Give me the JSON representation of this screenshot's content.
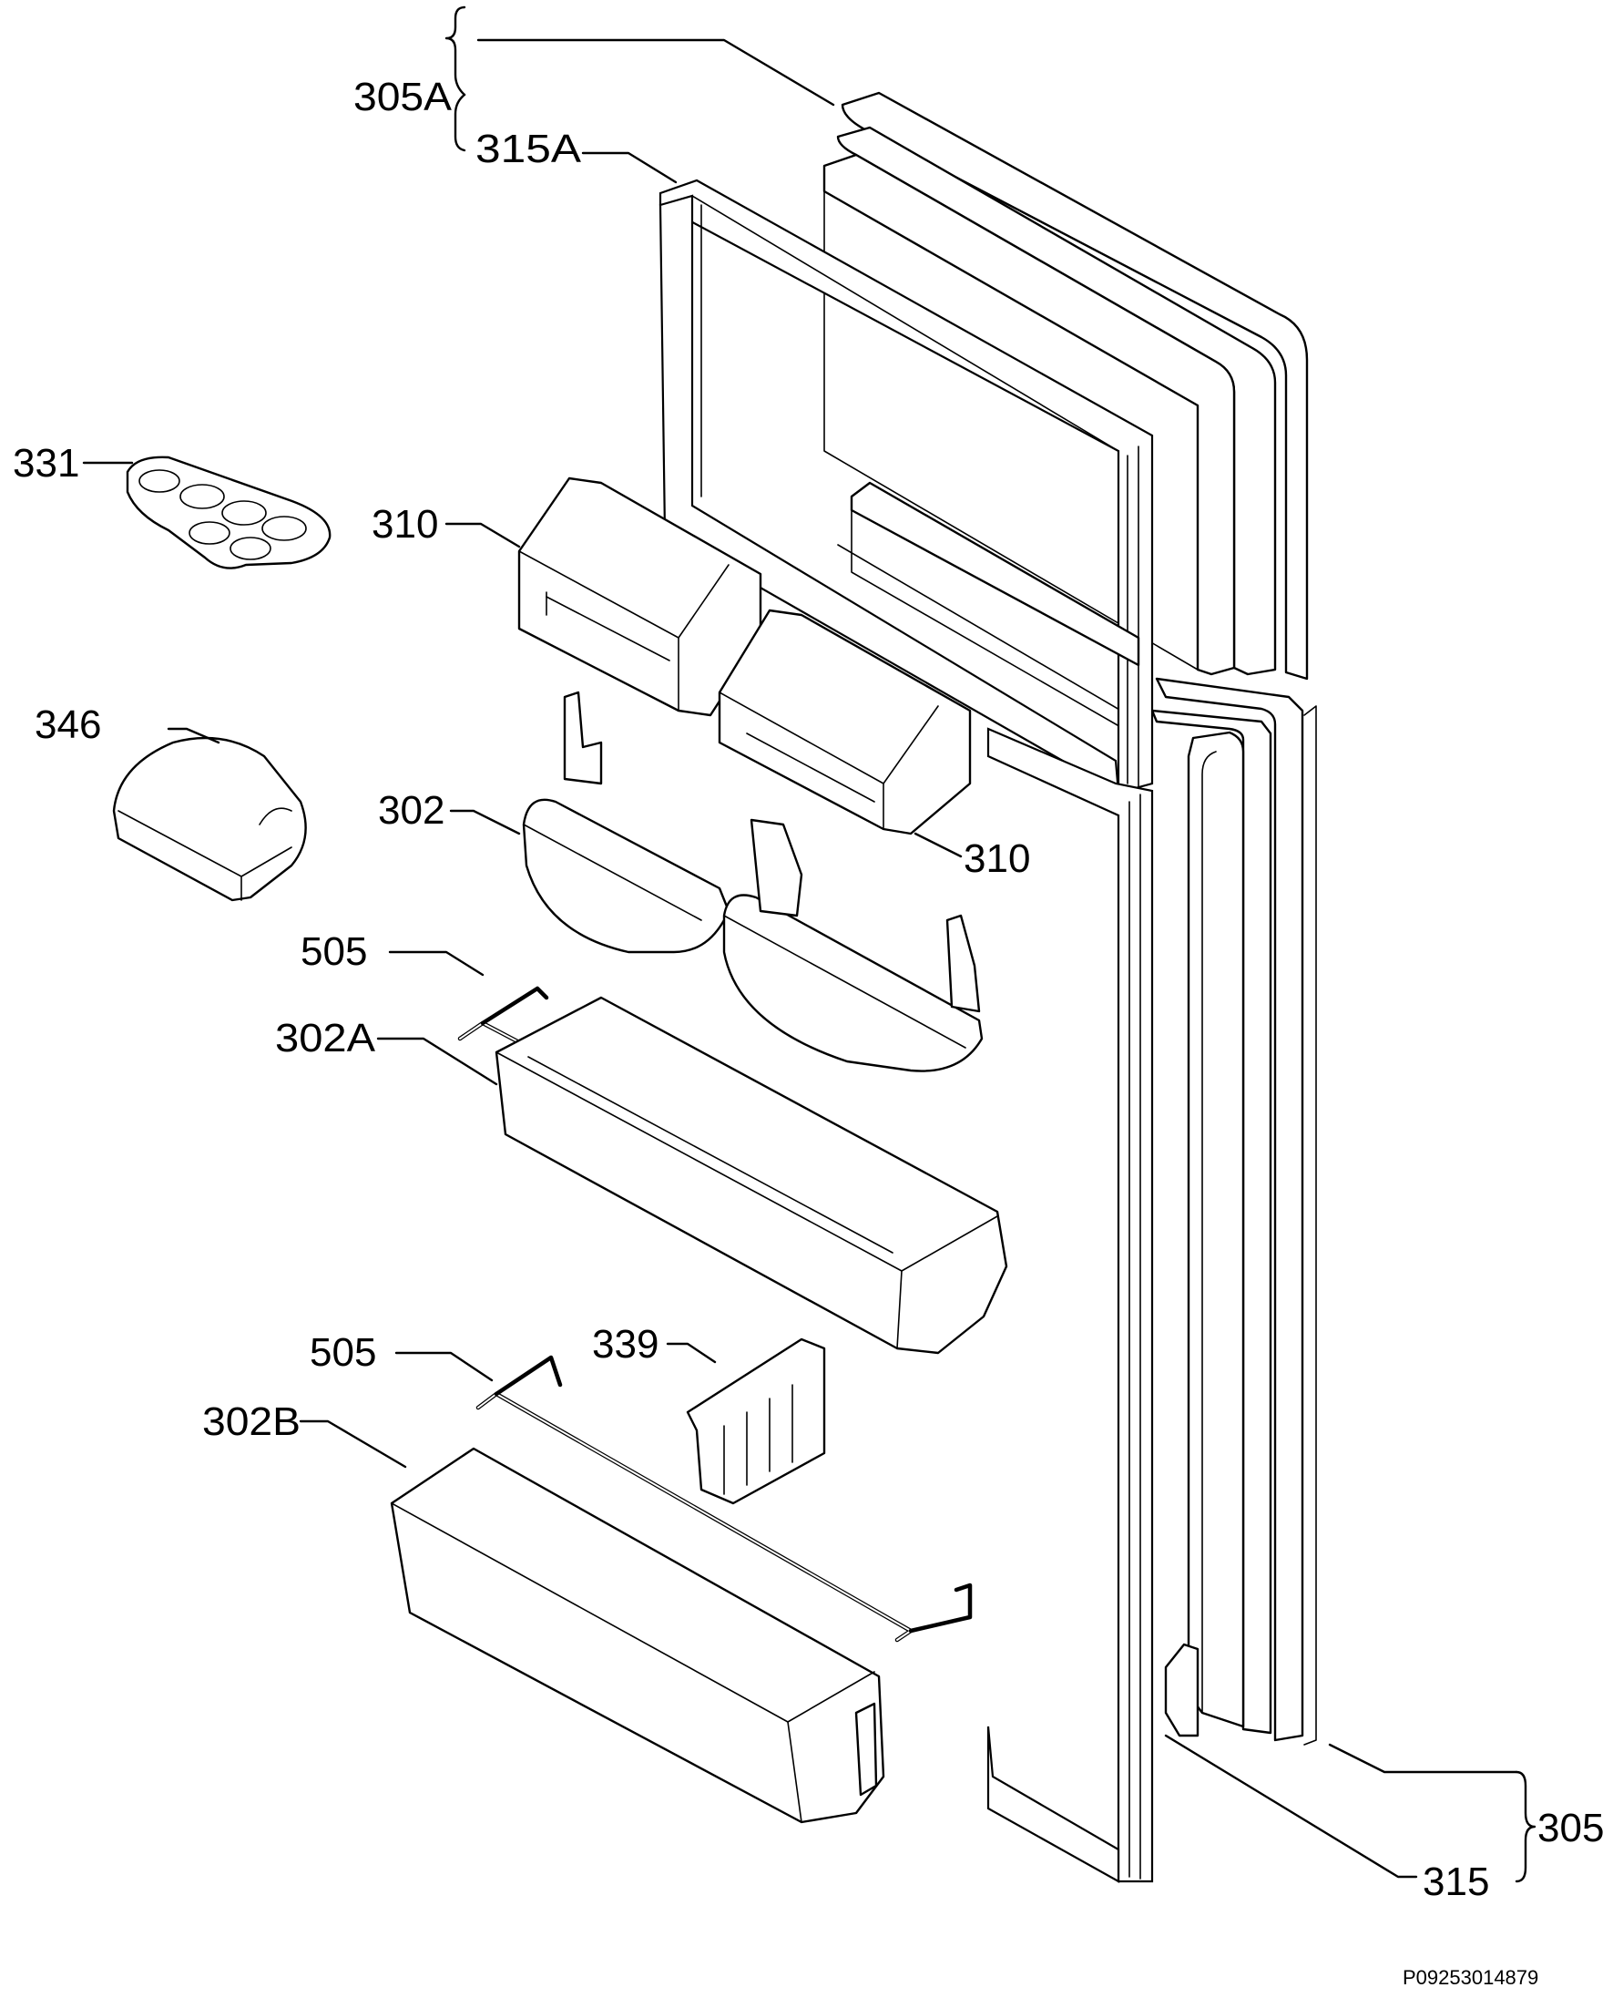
{
  "labels": {
    "l305a": "305A",
    "l315a": "315A",
    "l331": "331",
    "l310_top": "310",
    "l346": "346",
    "l302": "302",
    "l310_bottom": "310",
    "l505_top": "505",
    "l302a": "302A",
    "l505_bottom": "505",
    "l339": "339",
    "l302b": "302B",
    "l305": "305",
    "l315": "315"
  },
  "reference": "P09253014879"
}
